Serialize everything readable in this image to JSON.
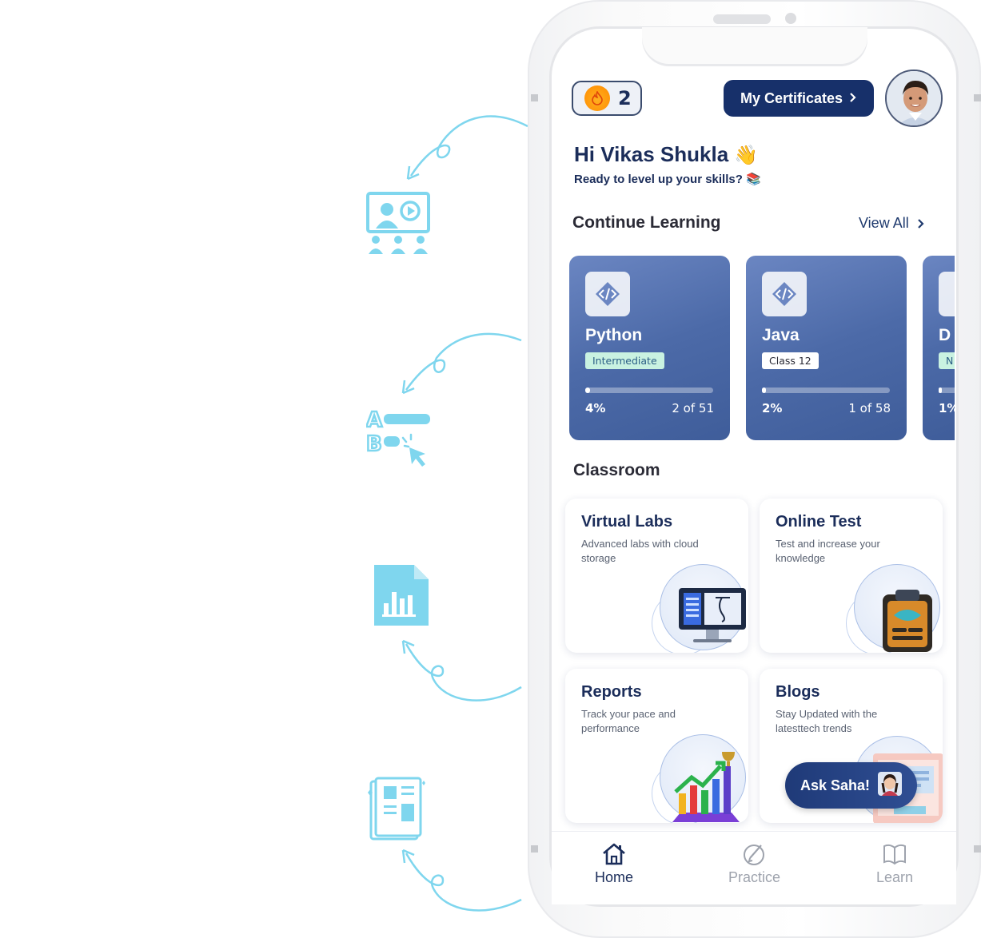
{
  "colors": {
    "navy": "#17306a",
    "accent_light": "#7fd6ee",
    "card_blue": "#4c6aa8",
    "tag_green": "#c9f2e1"
  },
  "header": {
    "streak_count": "2",
    "certificates_label": "My Certificates",
    "avatar_icon": "user-avatar"
  },
  "greeting": {
    "title": "Hi Vikas Shukla",
    "subtitle": "Ready to level up your skills?"
  },
  "continue_learning": {
    "title": "Continue Learning",
    "view_all": "View All",
    "courses": [
      {
        "name": "Python",
        "tag": "Intermediate",
        "progress": 0.04,
        "pct": "4%",
        "count": "2 of 51"
      },
      {
        "name": "Java",
        "tag": "Class 12",
        "progress": 0.02,
        "pct": "2%",
        "count": "1 of 58"
      },
      {
        "name": "D",
        "tag": "N",
        "progress": 0.01,
        "pct": "1%",
        "count": ""
      }
    ]
  },
  "classroom": {
    "title": "Classroom",
    "tiles": [
      {
        "title": "Virtual Labs",
        "desc": "Advanced labs with cloud storage"
      },
      {
        "title": "Online Test",
        "desc": "Test and increase your knowledge"
      },
      {
        "title": "Reports",
        "desc": "Track your pace and performance"
      },
      {
        "title": "Blogs",
        "desc": "Stay Updated with the latesttech trends"
      }
    ]
  },
  "ask_saha": "Ask Saha!",
  "nav": {
    "home": "Home",
    "practice": "Practice",
    "learn": "Learn"
  }
}
